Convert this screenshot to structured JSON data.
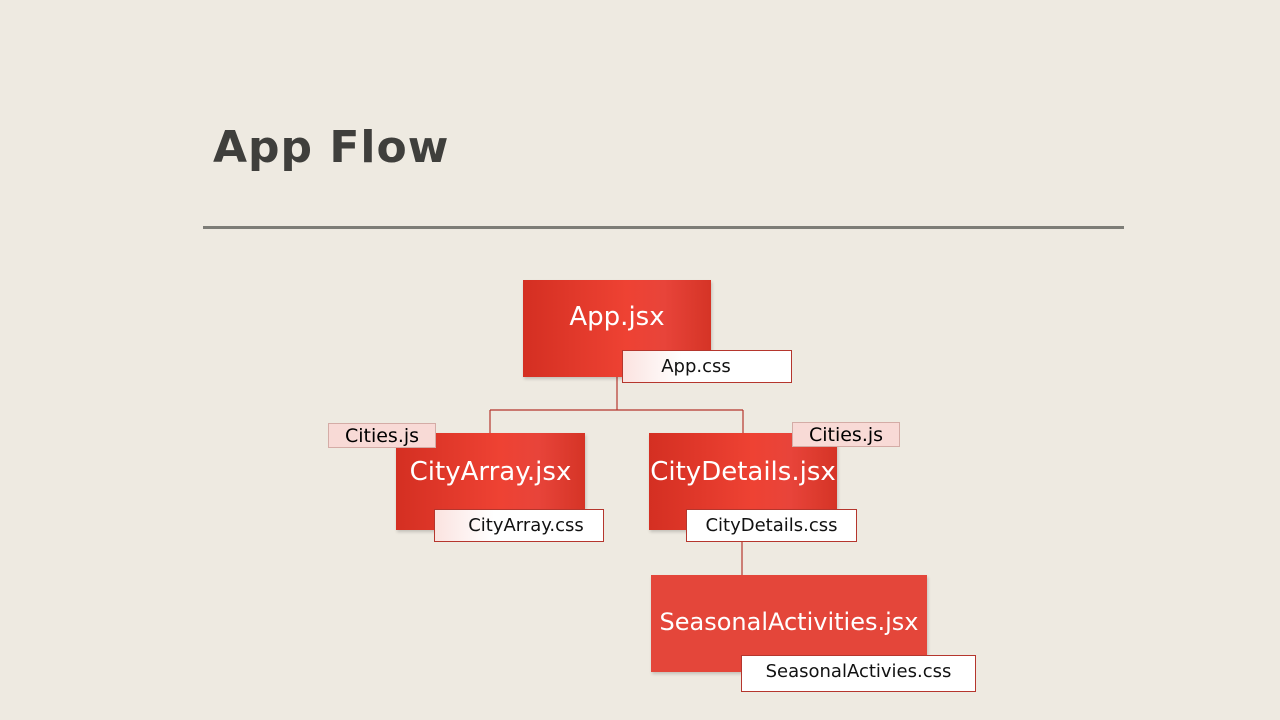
{
  "slide": {
    "title": "App Flow"
  },
  "diagram": {
    "root": {
      "label": "App.jsx",
      "stylesheet": "App.css"
    },
    "left_child": {
      "label": "CityArray.jsx",
      "stylesheet": "CityArray.css",
      "data_file": "Cities.js"
    },
    "right_child": {
      "label": "CityDetails.jsx",
      "stylesheet": "CityDetails.css",
      "data_file": "Cities.js"
    },
    "grandchild": {
      "label": "SeasonalActivities.jsx",
      "stylesheet": "SeasonalActivies.css"
    }
  },
  "colors": {
    "node_fill": "#e4463a",
    "connector": "#b5362d",
    "background": "#eeeae1"
  }
}
